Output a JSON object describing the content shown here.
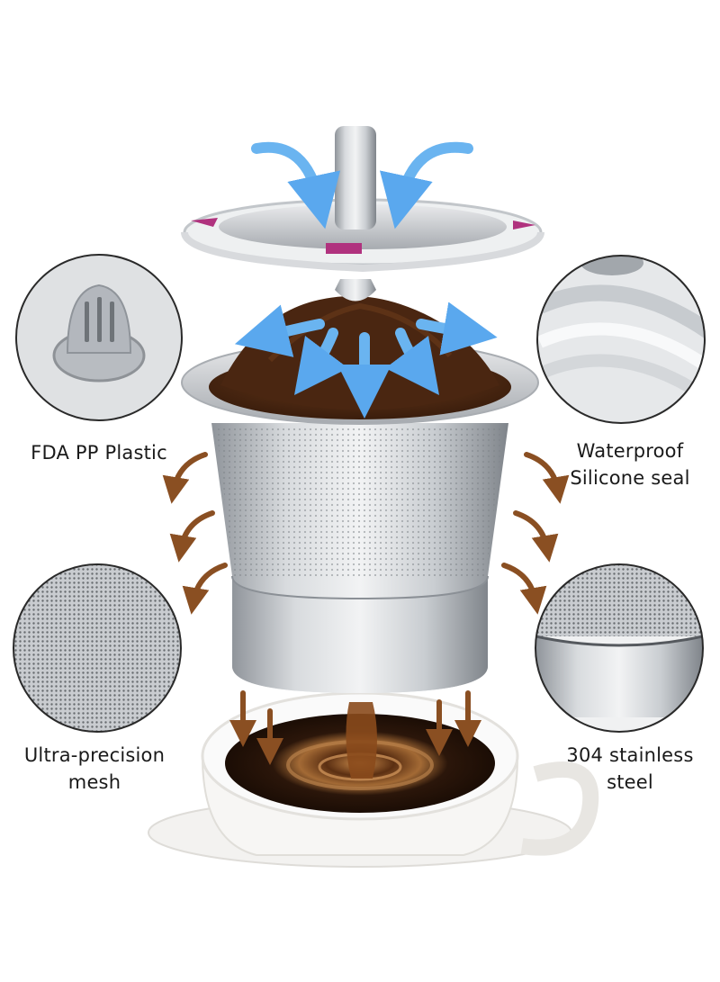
{
  "labels": {
    "top_left": "FDA PP Plastic",
    "top_right_line1": "Waterproof",
    "top_right_line2": "Silicone seal",
    "bottom_left_line1": "Ultra-precision",
    "bottom_left_line2": "mesh",
    "bottom_right_line1": "304 stainless",
    "bottom_right_line2": "steel"
  },
  "colors": {
    "water_arrow": "#6ab4f0",
    "coffee_arrow": "#8a4f22",
    "steel": "#b7bbc0",
    "lid_accent": "#b0327e",
    "coffee": "#2a150a",
    "grounds": "#5a3218"
  }
}
